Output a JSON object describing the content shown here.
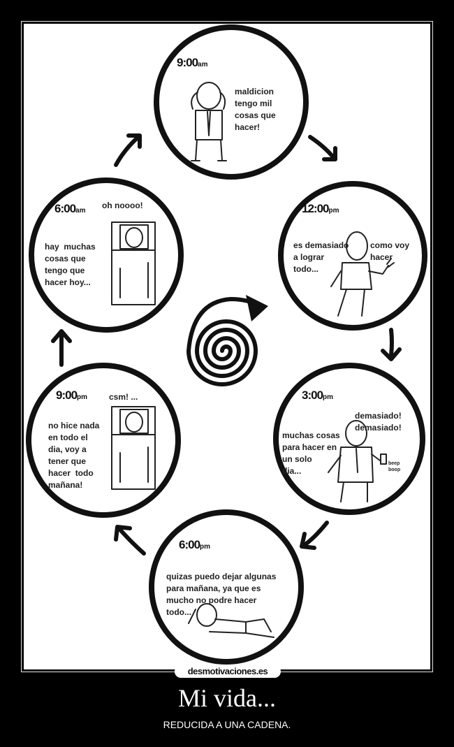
{
  "panels": [
    {
      "time": "9:00",
      "suffix": "am",
      "lines": [
        "maldicion",
        "tengo mil",
        "cosas que",
        "hacer!"
      ]
    },
    {
      "time": "12:00",
      "suffix": "pm",
      "lines": [
        "es demasiado",
        "a lograr",
        "todo..."
      ],
      "extra": [
        "como voy",
        "hacer"
      ]
    },
    {
      "time": "3:00",
      "suffix": "pm",
      "lines": [
        "muchas cosas",
        "para hacer en",
        "un solo",
        "dia..."
      ],
      "extra": [
        "demasiado!",
        "demasiado!"
      ],
      "sound": [
        "beep",
        "boop"
      ]
    },
    {
      "time": "6:00",
      "suffix": "pm",
      "lines": [
        "quizas puedo dejar algunas",
        "para mañana, ya que es",
        "mucho no podre hacer",
        "todo..."
      ]
    },
    {
      "time": "9:00",
      "suffix": "pm",
      "lines": [
        "no hice nada",
        "en todo el",
        "dia, voy a",
        "tener que",
        "hacer  todo",
        "mañana!"
      ],
      "extra": [
        "csm! ..."
      ]
    },
    {
      "time": "6:00",
      "suffix": "am",
      "lines": [
        "hay  muchas",
        "cosas que",
        "tengo que",
        "hacer hoy..."
      ],
      "extra": [
        "oh noooo!"
      ]
    }
  ],
  "watermark": "desmotivaciones.es",
  "title": "Mi vida...",
  "subtitle": "REDUCIDA A UNA CADENA."
}
